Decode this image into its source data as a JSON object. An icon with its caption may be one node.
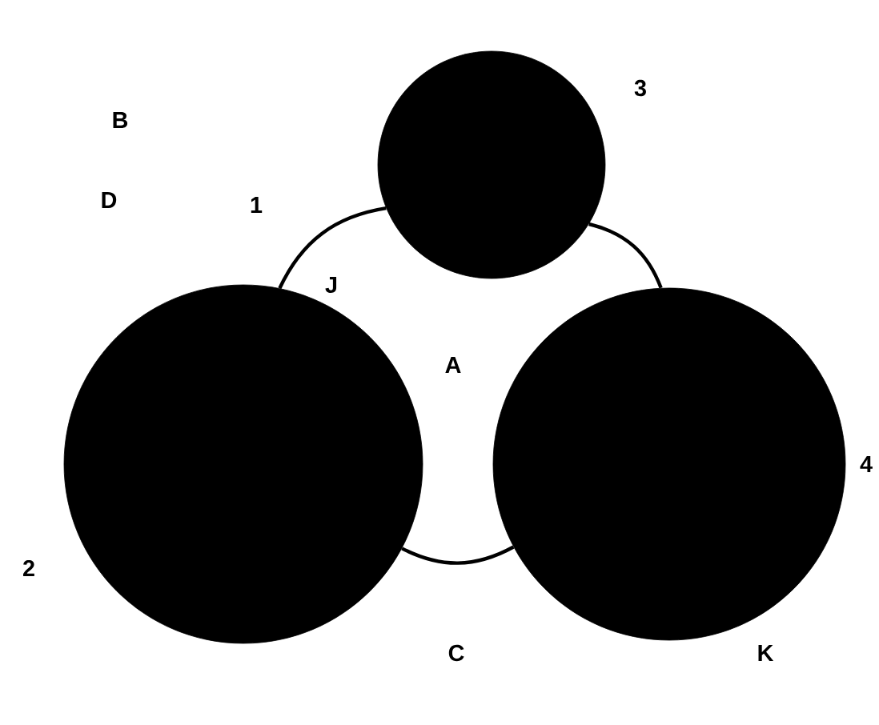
{
  "diagram": {
    "nodes": [
      {
        "text": [],
        "shape": "circle",
        "beside": [
          "3"
        ]
      },
      {
        "text": [],
        "shape": "circle",
        "beside": [
          "2"
        ]
      },
      {
        "text": [],
        "shape": "circle",
        "beside": [
          "4"
        ]
      }
    ],
    "edges": [
      {
        "from": 0,
        "to": 1,
        "arrow": "none"
      },
      {
        "from": 1,
        "to": 2,
        "arrow": "none"
      },
      {
        "from": 2,
        "to": 0,
        "arrow": "none"
      }
    ],
    "labels": [
      "B",
      "D",
      "1",
      "J",
      "A",
      "C",
      "K"
    ]
  }
}
